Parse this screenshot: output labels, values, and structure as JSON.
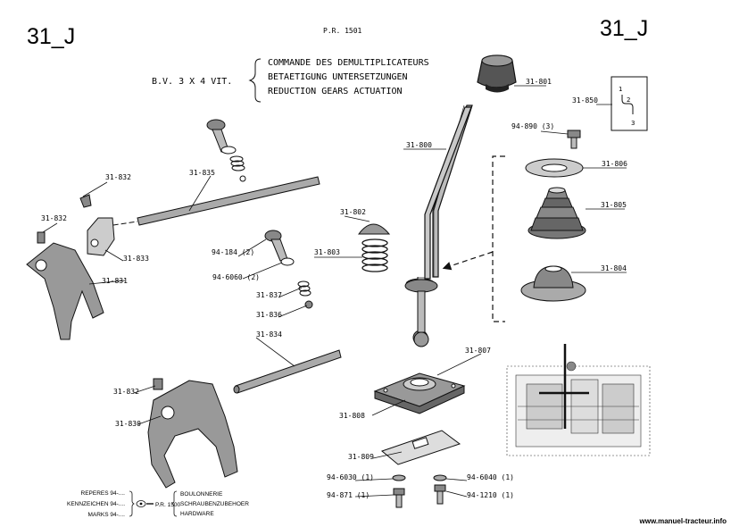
{
  "header": {
    "page_code_left": "31_J",
    "page_code_right": "31_J",
    "pr_ref": "P.R. 1501",
    "gearbox": "B.V. 3 X 4 VIT.",
    "title_fr": "COMMANDE DES DEMULTIPLICATEURS",
    "title_de": "BETAETIGUNG UNTERSETZUNGEN",
    "title_en": "REDUCTION GEARS ACTUATION"
  },
  "parts": {
    "p801": "31-801",
    "p850": "31-850",
    "p890": "94-890 (3)",
    "p800": "31-800",
    "p806": "31-806",
    "p805": "31-805",
    "p804": "31-804",
    "p802": "31-802",
    "p803": "31-803",
    "p832a": "31-832",
    "p835": "31-835",
    "p832b": "31-832",
    "p833": "31-833",
    "p831": "31-831",
    "p184": "94-184 (2)",
    "p6060": "94-6060 (2)",
    "p837": "31-837",
    "p836": "31-836",
    "p834": "31-834",
    "p832c": "31-832",
    "p830": "31-830",
    "p807": "31-807",
    "p808": "31-808",
    "p809": "31-809",
    "p6030": "94-6030 (1)",
    "p6040": "94-6040 (1)",
    "p871": "94-871 (1)",
    "p1210": "94-1210 (1)"
  },
  "shift_pattern": {
    "g1": "1",
    "g2": "2",
    "g3": "3"
  },
  "legend": {
    "reperes": "REPERES 94-....",
    "kennzeichen": "KENNZEICHEN 94-....",
    "marks": "MARKS 94-....",
    "pr": "P.R. 1500",
    "boulonnerie": "BOULONNERIE",
    "schrauben": "SCHRAUBENZUBEHOER",
    "hardware": "HARDWARE"
  },
  "footer": {
    "website": "www.manuel-tracteur.info"
  }
}
